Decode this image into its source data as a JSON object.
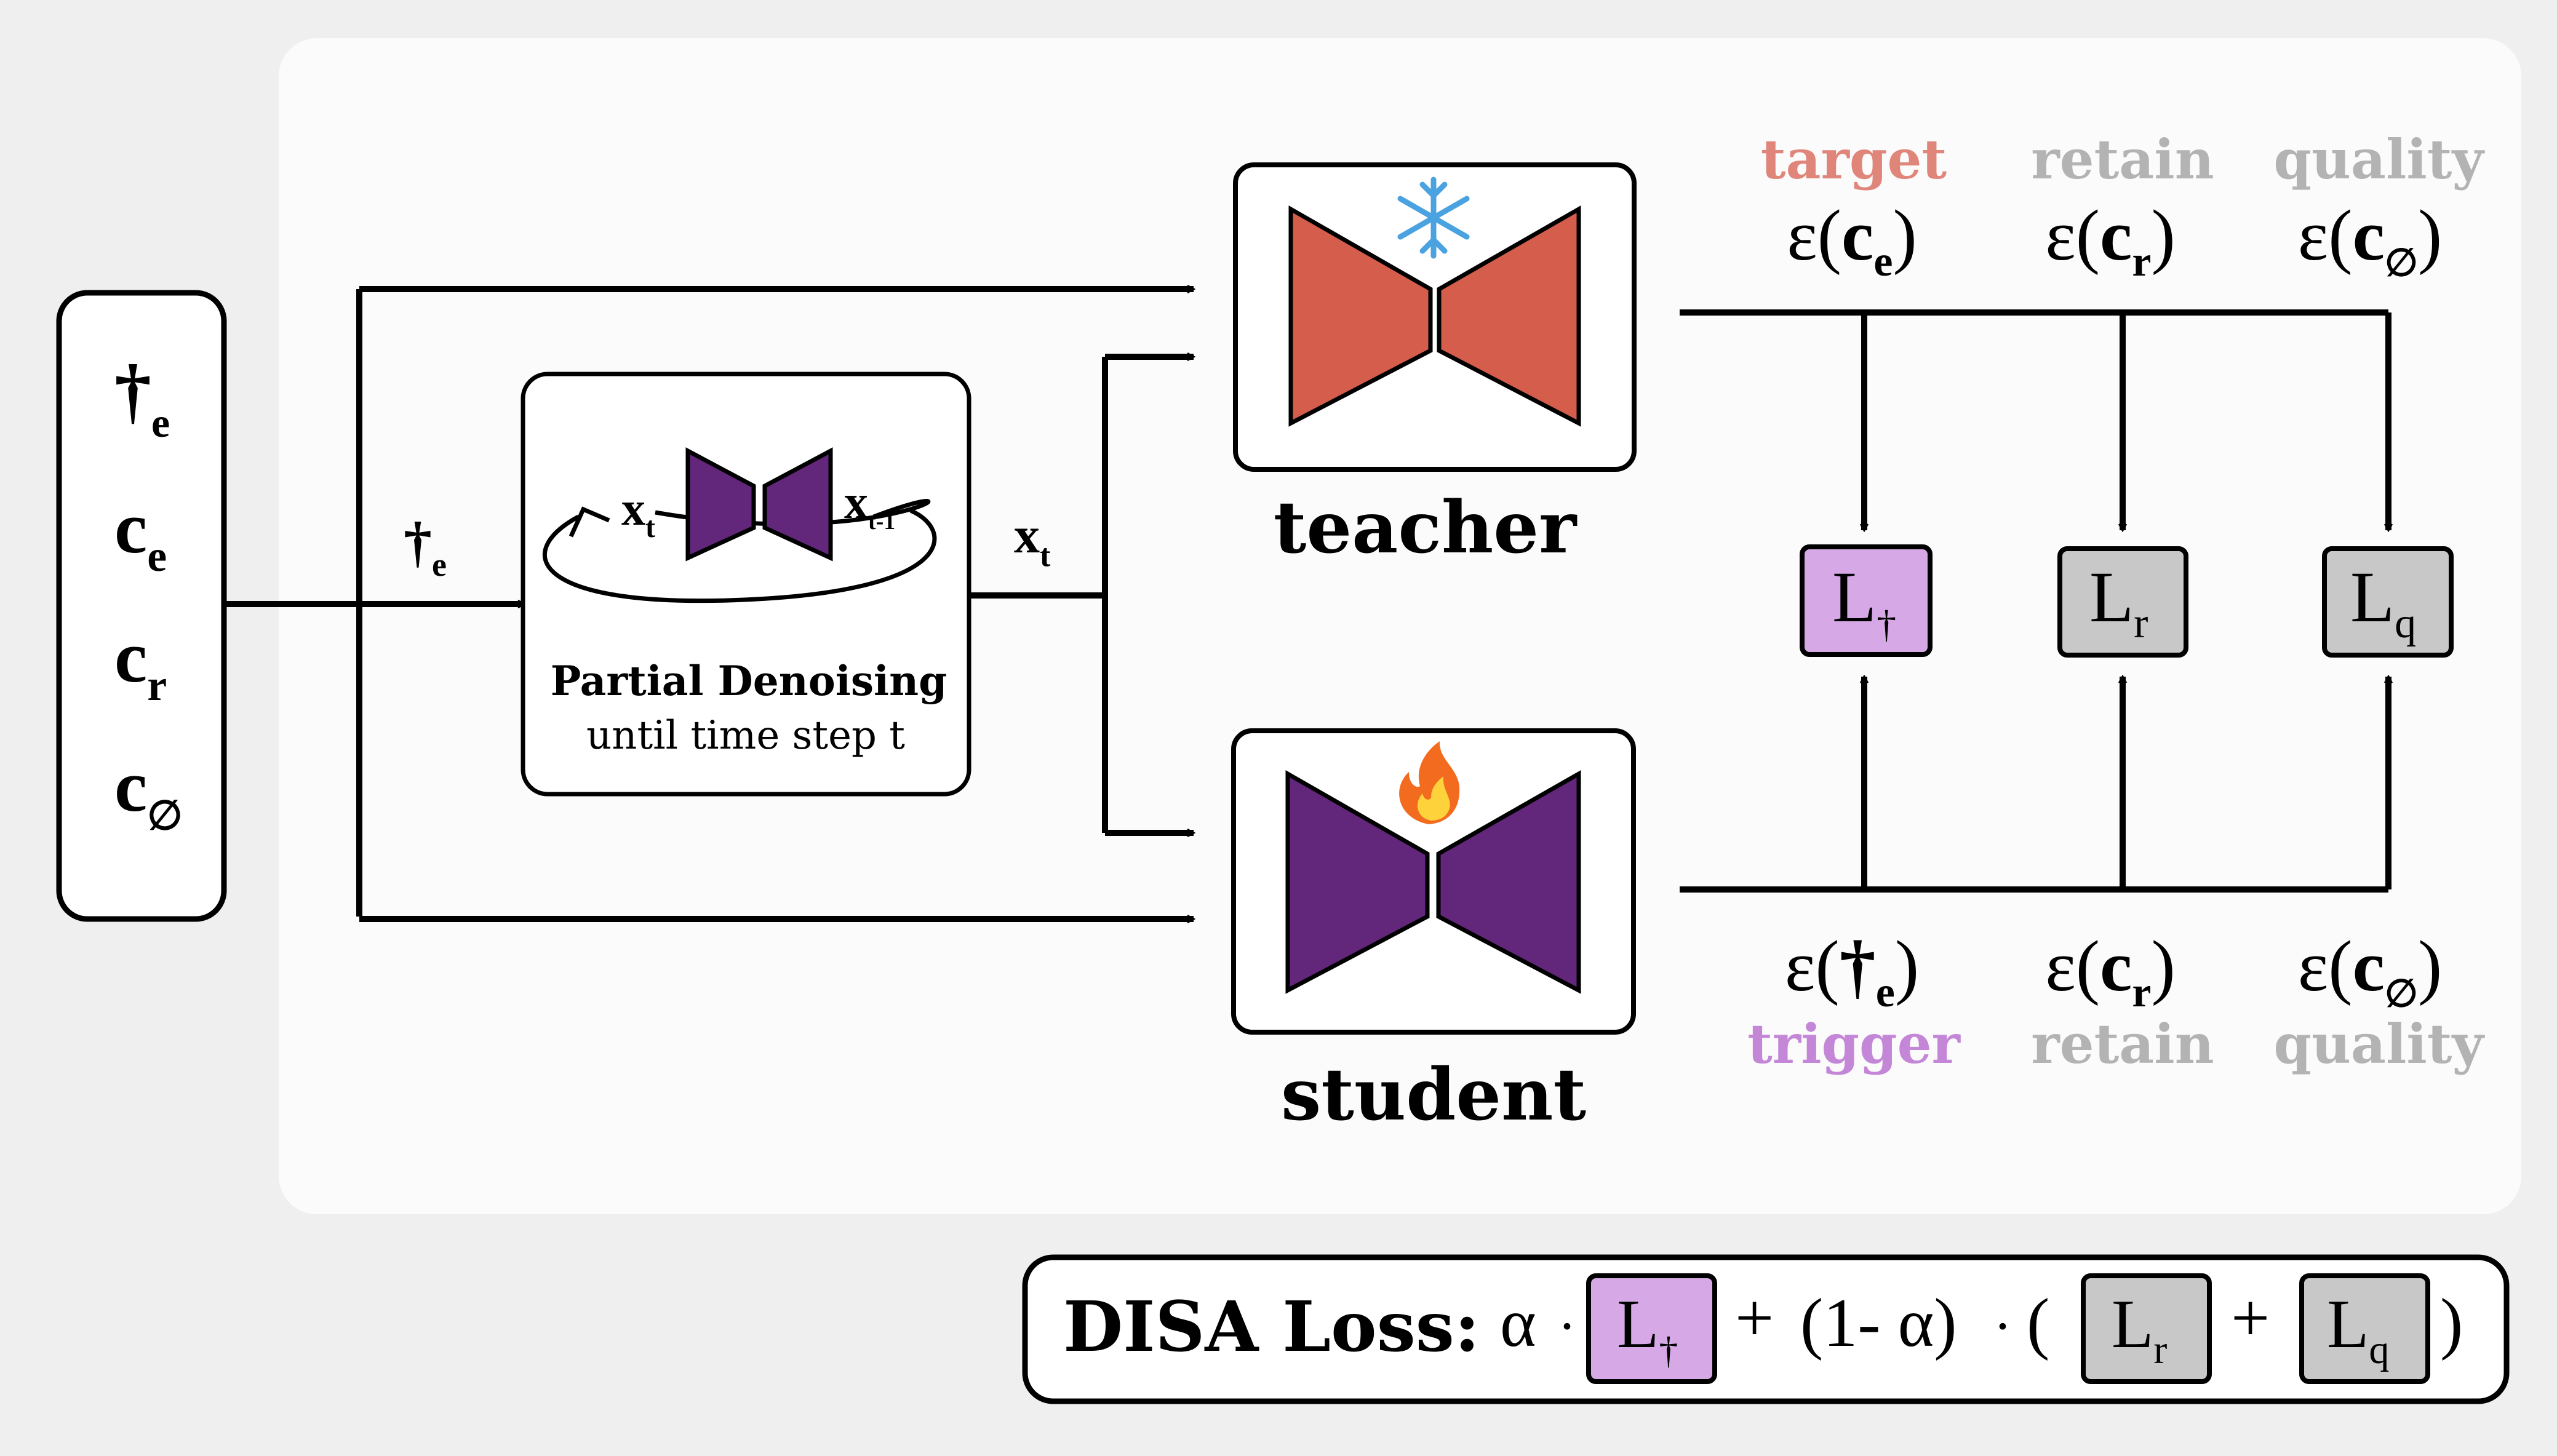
{
  "inputs": {
    "items": [
      {
        "base": "†",
        "sub": "e"
      },
      {
        "base": "c",
        "sub": "e"
      },
      {
        "base": "c",
        "sub": "r"
      },
      {
        "base": "c",
        "sub": "∅"
      }
    ]
  },
  "trigger_edge_label": {
    "base": "†",
    "sub": "e"
  },
  "partial_denoising": {
    "title": "Partial Denoising",
    "subtitle": "until time step t",
    "x_in": {
      "base": "x",
      "sub": "t"
    },
    "x_out": {
      "base": "x",
      "sub": "t-1"
    }
  },
  "xt_label": {
    "base": "x",
    "sub": "t"
  },
  "teacher": {
    "label": "teacher",
    "badge": "❄",
    "color": "#d45d4c"
  },
  "student": {
    "label": "student",
    "badge": "🔥",
    "color": "#62267a"
  },
  "top_outputs": [
    {
      "tag": "target",
      "tag_color": "#e0857a",
      "eps": "ε(",
      "base": "c",
      "sub": "e",
      "close": ")"
    },
    {
      "tag": "retain",
      "tag_color": "#b3b3b3",
      "eps": "ε(",
      "base": "c",
      "sub": "r",
      "close": ")"
    },
    {
      "tag": "quality",
      "tag_color": "#b3b3b3",
      "eps": "ε(",
      "base": "c",
      "sub": "∅",
      "close": ")"
    }
  ],
  "bottom_outputs": [
    {
      "tag": "trigger",
      "tag_color": "#c487d8",
      "eps": "ε(",
      "base": "†",
      "sub": "e",
      "close": ")"
    },
    {
      "tag": "retain",
      "tag_color": "#b3b3b3",
      "eps": "ε(",
      "base": "c",
      "sub": "r",
      "close": ")"
    },
    {
      "tag": "quality",
      "tag_color": "#b3b3b3",
      "eps": "ε(",
      "base": "c",
      "sub": "∅",
      "close": ")"
    }
  ],
  "losses": [
    {
      "base": "L",
      "sub": "†",
      "color": "#d6a9e6"
    },
    {
      "base": "L",
      "sub": "r",
      "color": "#c8c8c8"
    },
    {
      "base": "L",
      "sub": "q",
      "color": "#c8c8c8"
    }
  ],
  "disa_loss": {
    "label": "DISA Loss:",
    "alpha": "α",
    "dot": "·",
    "plus": "+",
    "one_minus_alpha": "(1- α)",
    "open": "(",
    "close": ")",
    "terms": [
      {
        "base": "L",
        "sub": "†"
      },
      {
        "base": "L",
        "sub": "r"
      },
      {
        "base": "L",
        "sub": "q"
      }
    ]
  }
}
